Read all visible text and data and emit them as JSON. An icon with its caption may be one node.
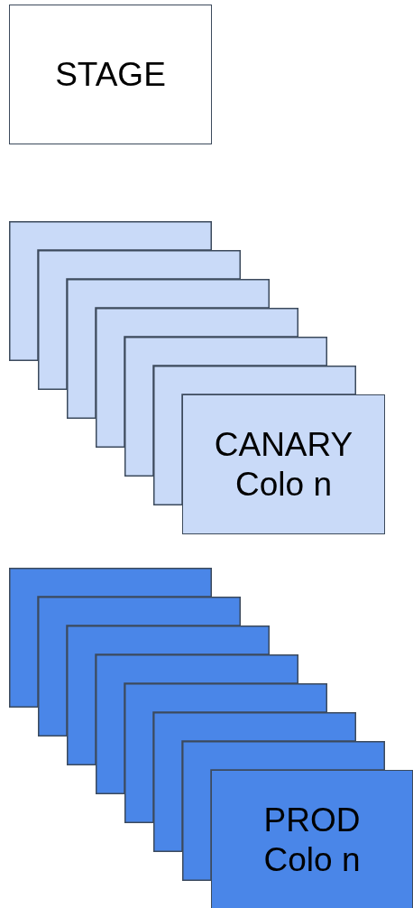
{
  "diagram": {
    "nodes": [
      {
        "text": [
          "STAGE"
        ]
      },
      {
        "text": [],
        "shape": "box"
      },
      {
        "text": [],
        "shape": "box"
      },
      {
        "text": [],
        "shape": "box"
      },
      {
        "text": [],
        "shape": "box"
      },
      {
        "text": [],
        "shape": "box"
      },
      {
        "text": [],
        "shape": "box"
      },
      {
        "text": [
          "CANARY",
          "Colo n"
        ]
      },
      {
        "text": [],
        "shape": "box"
      },
      {
        "text": [],
        "shape": "box"
      },
      {
        "text": [],
        "shape": "box"
      },
      {
        "text": [],
        "shape": "box"
      },
      {
        "text": [],
        "shape": "box"
      },
      {
        "text": [],
        "shape": "box"
      },
      {
        "text": [],
        "shape": "box"
      },
      {
        "text": [
          "PROD",
          "Colo n"
        ]
      }
    ]
  }
}
